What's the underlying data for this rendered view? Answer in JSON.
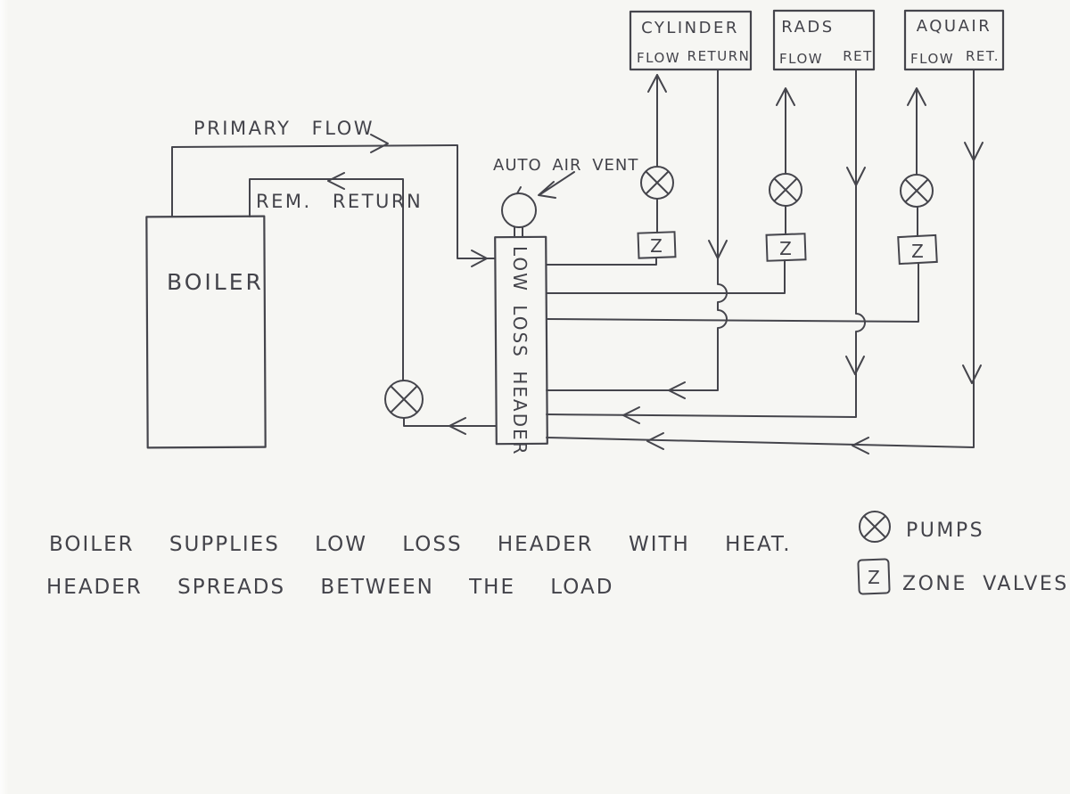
{
  "page": {
    "paper_color": "#f6f6f3",
    "ink_color": "#45454c",
    "description": "Hand-drawn heating system schematic"
  },
  "boiler": {
    "label": "BOILER"
  },
  "pipes": {
    "primary_flow_label": "PRIMARY FLOW",
    "primary_return_label": "REM. RETURN"
  },
  "header": {
    "label": "LOW LOSS HEADER",
    "vent_label": "AUTO AIR VENT"
  },
  "loads": {
    "cylinder": {
      "title": "CYLINDER",
      "flow_label": "FLOW",
      "return_label": "RETURN"
    },
    "rads": {
      "title": "RADS",
      "flow_label": "FLOW",
      "return_label": "RET"
    },
    "aquair": {
      "title": "AQUAIR",
      "flow_label": "FLOW",
      "return_label": "RET."
    }
  },
  "symbols": {
    "zone_valve_letter": "Z"
  },
  "legend": {
    "pumps_label": "PUMPS",
    "zone_valves_label": "ZONE VALVES"
  },
  "notes": {
    "line1": "BOILER SUPPLIES LOW LOSS HEADER WITH HEAT.",
    "line2": "HEADER SPREADS BETWEEN THE LOAD"
  }
}
